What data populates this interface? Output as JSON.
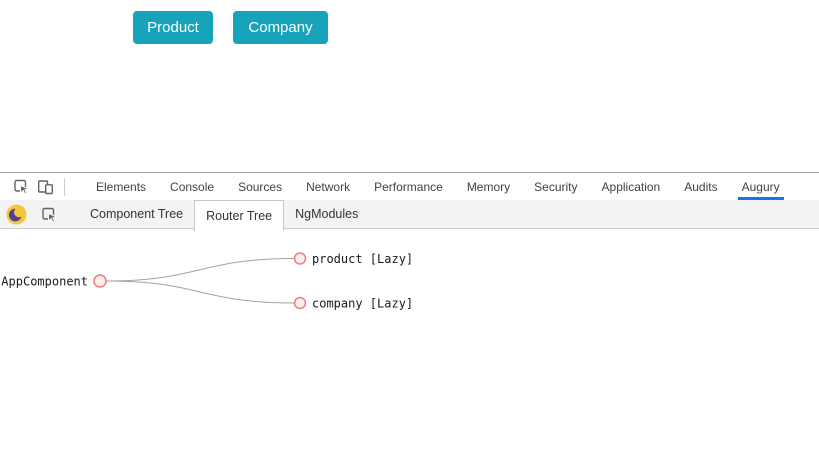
{
  "page": {
    "buttons": [
      {
        "label": "Product"
      },
      {
        "label": "Company"
      }
    ]
  },
  "devtools": {
    "tabs": [
      "Elements",
      "Console",
      "Sources",
      "Network",
      "Performance",
      "Memory",
      "Security",
      "Application",
      "Audits",
      "Augury"
    ],
    "active_tab": "Augury"
  },
  "augury": {
    "tabs": [
      "Component Tree",
      "Router Tree",
      "NgModules"
    ],
    "active_tab": "Router Tree"
  },
  "router_tree": {
    "root_label": "AppComponent",
    "children": [
      {
        "label": "product [Lazy]"
      },
      {
        "label": "company [Lazy]"
      }
    ]
  },
  "icons": {
    "devtools": [
      "inspect-icon",
      "device-toolbar-icon"
    ],
    "augury": [
      "augury-logo-icon",
      "inspect-icon"
    ]
  },
  "colors": {
    "accent": "#17a3ba",
    "tab_underline": "#1a73e8",
    "node_stroke": "#ef7b7b",
    "node_fill": "#fcecec",
    "edge": "#a5a5a5",
    "logo_gold": "#f6c63e",
    "logo_purple": "#4f4396"
  }
}
